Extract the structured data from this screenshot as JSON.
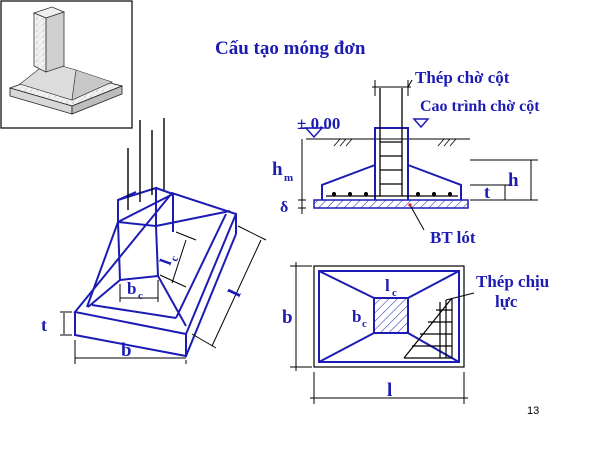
{
  "title": "Cấu tạo móng đơn",
  "page_number": "13",
  "colors": {
    "drawing": "#1c1cb4",
    "line_black": "#000000",
    "rebar_red": "#cc2222",
    "background": "#ffffff"
  },
  "iso_view": {
    "t": "t",
    "b": "b",
    "bc": "b",
    "bc_sub": "c",
    "lc": "l",
    "lc_sub": "c",
    "l": "l"
  },
  "section_view": {
    "zero_level": "± 0.00",
    "hm": "h",
    "hm_sub": "m",
    "delta": "δ",
    "h": "h",
    "t": "t",
    "column_rebar_label": "Thép chờ cột",
    "column_rebar_level_label": "Cao trình chờ cột",
    "lean_concrete_label": "BT lót"
  },
  "plan_view": {
    "b": "b",
    "l": "l",
    "bc": "b",
    "bc_sub": "c",
    "lc": "l",
    "lc_sub": "c",
    "main_rebar_label_1": "Thép chịu",
    "main_rebar_label_2": "lực"
  }
}
